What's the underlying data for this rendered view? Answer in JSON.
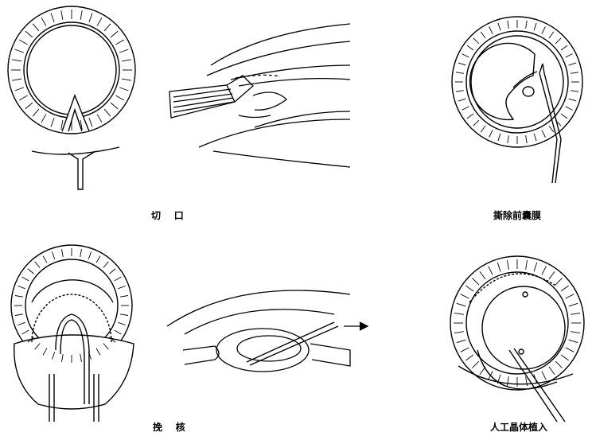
{
  "labels": {
    "incision": "切    口",
    "capsulorhexis": "撕除前囊膜",
    "nucleus": "挽    核",
    "iol": "人工晶体植入"
  },
  "colors": {
    "stroke": "#000000",
    "background": "#ffffff"
  }
}
